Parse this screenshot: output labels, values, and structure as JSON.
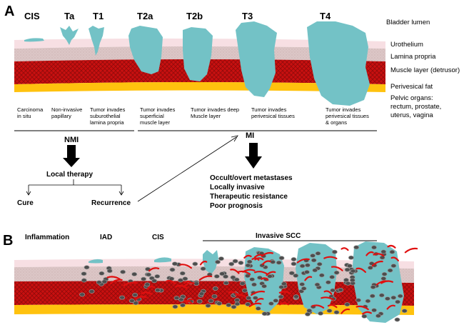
{
  "panel_a": {
    "letter": "A",
    "stages": [
      "CIS",
      "Ta",
      "T1",
      "T2a",
      "T2b",
      "T3",
      "T4"
    ],
    "layers": [
      "Bladder lumen",
      "Urothelium",
      "Lamina propria",
      "Muscle layer (detrusor)",
      "Perivesical fat"
    ],
    "pelvic_label": [
      "Pelvic organs:",
      "rectum, prostate,",
      "uterus, vagina"
    ],
    "descriptions": [
      [
        "Carcinoma",
        "in situ"
      ],
      [
        "Non-invasive",
        "papillary"
      ],
      [
        "Tumor invades",
        "suburothelial",
        "lamina propria"
      ],
      [
        "Tumor invades",
        "superficial",
        "muscle layer"
      ],
      [
        "Tumor invades deep",
        "Muscle layer"
      ],
      [
        "Tumor invades",
        "perivesical tissues"
      ],
      [
        "Tumor invades",
        "perivesical tissues",
        "& organs"
      ]
    ],
    "nmi": "NMI",
    "mi": "MI",
    "local_therapy": "Local therapy",
    "cure": "Cure",
    "recurrence": "Recurrence",
    "mi_outcomes": [
      "Occult/overt metastases",
      "Locally invasive",
      "Therapeutic resistance",
      "Poor prognosis"
    ]
  },
  "panel_b": {
    "letter": "B",
    "labels": [
      "Inflammation",
      "IAD",
      "CIS",
      "Invasive SCC"
    ]
  },
  "colors": {
    "tumor": "#73c2c6",
    "urothelium": "#f7dfe3",
    "lamina": "#d9c3c3",
    "muscle": "#cc1010",
    "fat": "#ffc20e",
    "cell": "#4d4d4d",
    "vessel": "#e01010"
  }
}
